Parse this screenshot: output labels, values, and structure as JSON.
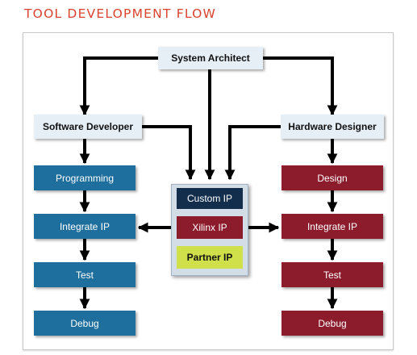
{
  "title": "TOOL DEVELOPMENT FLOW",
  "colors": {
    "title": "#d9432f",
    "role_box": "#e6eef6",
    "software_step": "#1e6f9e",
    "hardware_step": "#8c1c2c",
    "custom_ip": "#132d4d",
    "xilinx_ip": "#8c1c2c",
    "partner_ip": "#cfe04a",
    "arrow": "#000000"
  },
  "roles": {
    "system_architect": "System Architect",
    "software_developer": "Software Developer",
    "hardware_designer": "Hardware Designer"
  },
  "software_steps": [
    "Programming",
    "Integrate IP",
    "Test",
    "Debug"
  ],
  "hardware_steps": [
    "Design",
    "Integrate IP",
    "Test",
    "Debug"
  ],
  "ip_blocks": [
    "Custom IP",
    "Xilinx IP",
    "Partner IP"
  ]
}
